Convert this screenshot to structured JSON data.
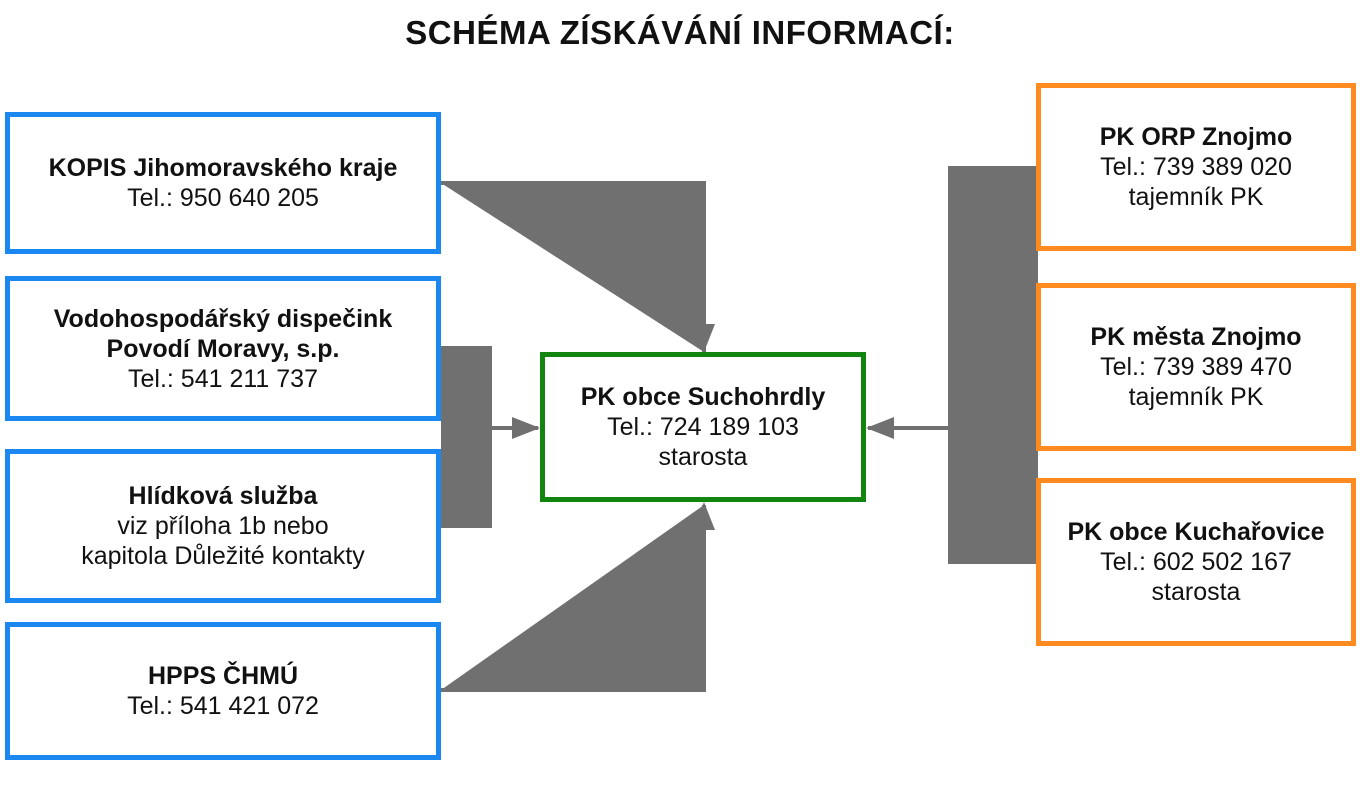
{
  "title": "SCHÉMA ZÍSKÁVÁNÍ INFORMACÍ:",
  "colors": {
    "source_border": "#1b87f0",
    "partner_border": "#ff8a1f",
    "center_border": "#118510",
    "connector": "#707070"
  },
  "center": {
    "name": "PK obce Suchohrdly",
    "lines": [
      "Tel.: 724 189 103",
      "starosta"
    ]
  },
  "sources": [
    {
      "name_lines": [
        "KOPIS Jihomoravského kraje"
      ],
      "lines": [
        "Tel.: 950 640 205"
      ]
    },
    {
      "name_lines": [
        "Vodohospodářský dispečink",
        "Povodí Moravy, s.p."
      ],
      "lines": [
        "Tel.: 541 211 737"
      ]
    },
    {
      "name_lines": [
        "Hlídková služba"
      ],
      "lines": [
        "viz příloha 1b nebo",
        "kapitola Důležité kontakty"
      ]
    },
    {
      "name_lines": [
        "HPPS ČHMÚ"
      ],
      "lines": [
        "Tel.: 541 421 072"
      ]
    }
  ],
  "partners": [
    {
      "name": "PK ORP Znojmo",
      "lines": [
        "Tel.: 739 389 020",
        "tajemník PK"
      ]
    },
    {
      "name": "PK města Znojmo",
      "lines": [
        "Tel.: 739 389 470",
        "tajemník PK"
      ]
    },
    {
      "name": "PK obce Kuchařovice",
      "lines": [
        "Tel.: 602 502 167",
        "starosta"
      ]
    }
  ]
}
